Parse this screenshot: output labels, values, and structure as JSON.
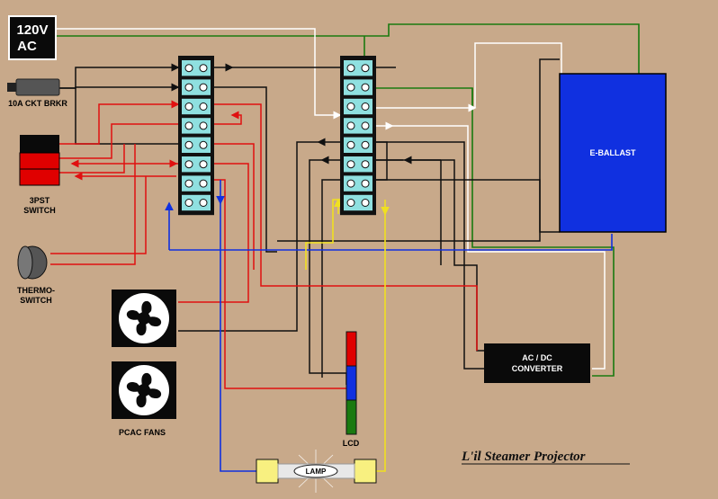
{
  "labels": {
    "power_line1": "120V",
    "power_line2": "AC",
    "breaker": "10A CKT BRKR",
    "switch_line1": "3PST",
    "switch_line2": "SWITCH",
    "thermo_line1": "THERMO-",
    "thermo_line2": "SWITCH",
    "ballast": "E-BALLAST",
    "converter_line1": "AC / DC",
    "converter_line2": "CONVERTER",
    "fans": "PCAC FANS",
    "lcd": "LCD",
    "lamp": "LAMP",
    "title": "L'il Steamer Projector"
  },
  "colors": {
    "background": "#c8a98a",
    "terminal": "#8fe0e0",
    "ballast": "#1030e0",
    "wire_black": "#101010",
    "wire_white": "#ffffff",
    "wire_red": "#e01010",
    "wire_green": "#1a7a10",
    "wire_blue": "#1030e0",
    "wire_yellow": "#f0e020",
    "lamp_socket": "#f8f080"
  }
}
